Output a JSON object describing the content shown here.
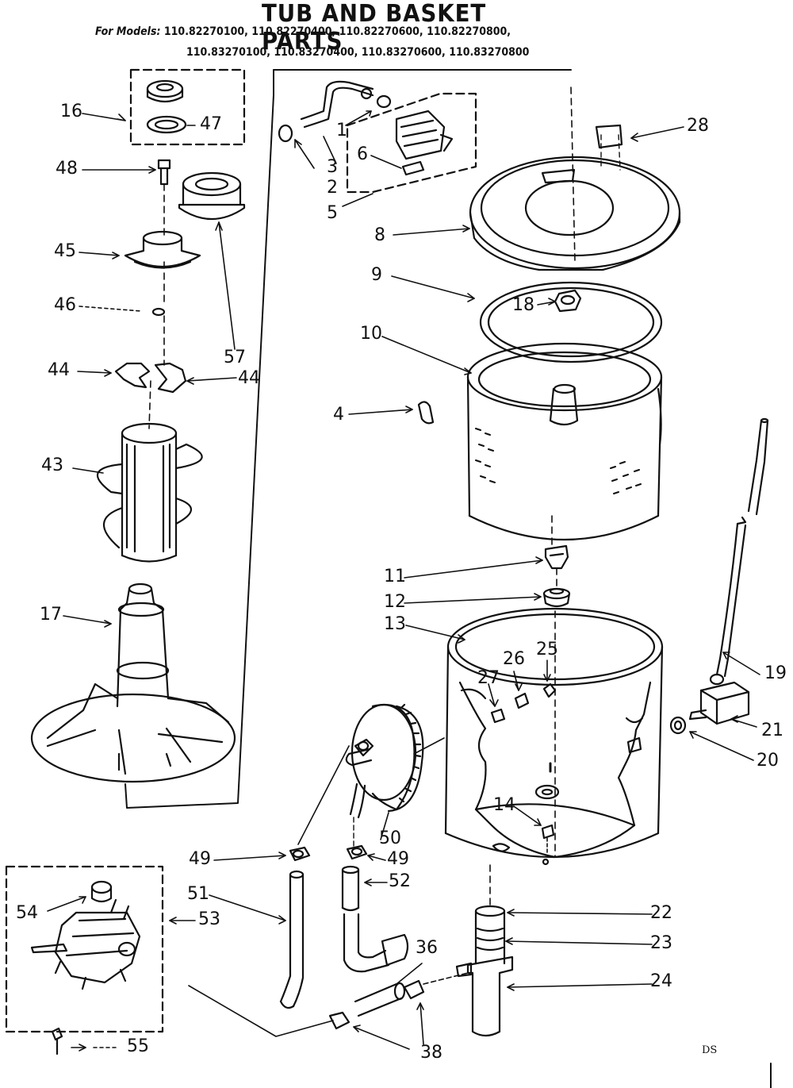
{
  "header": {
    "title": "TUB AND BASKET PARTS",
    "models_label": "For Models:",
    "models_line1": "110.82270100, 110.82270400, 110.82270600, 110.82270800,",
    "models_line2": "110.83270100, 110.83270400, 110.83270600, 110.83270800"
  },
  "diagram_code": "DS",
  "callouts": {
    "c16": "16",
    "c47": "47",
    "c48": "48",
    "c45": "45",
    "c46": "46",
    "c44a": "44",
    "c44b": "44",
    "c57": "57",
    "c43": "43",
    "c17": "17",
    "c1": "1",
    "c3": "3",
    "c2": "2",
    "c6": "6",
    "c5": "5",
    "c28": "28",
    "c8": "8",
    "c9": "9",
    "c18": "18",
    "c10": "10",
    "c4": "4",
    "c11": "11",
    "c12": "12",
    "c13": "13",
    "c25": "25",
    "c26": "26",
    "c27": "27",
    "c19": "19",
    "c21": "21",
    "c20": "20",
    "c14": "14",
    "c50": "50",
    "c49a": "49",
    "c49b": "49",
    "c52": "52",
    "c51": "51",
    "c53": "53",
    "c54": "54",
    "c22": "22",
    "c23": "23",
    "c24": "24",
    "c36": "36",
    "c38": "38",
    "c55": "55"
  }
}
